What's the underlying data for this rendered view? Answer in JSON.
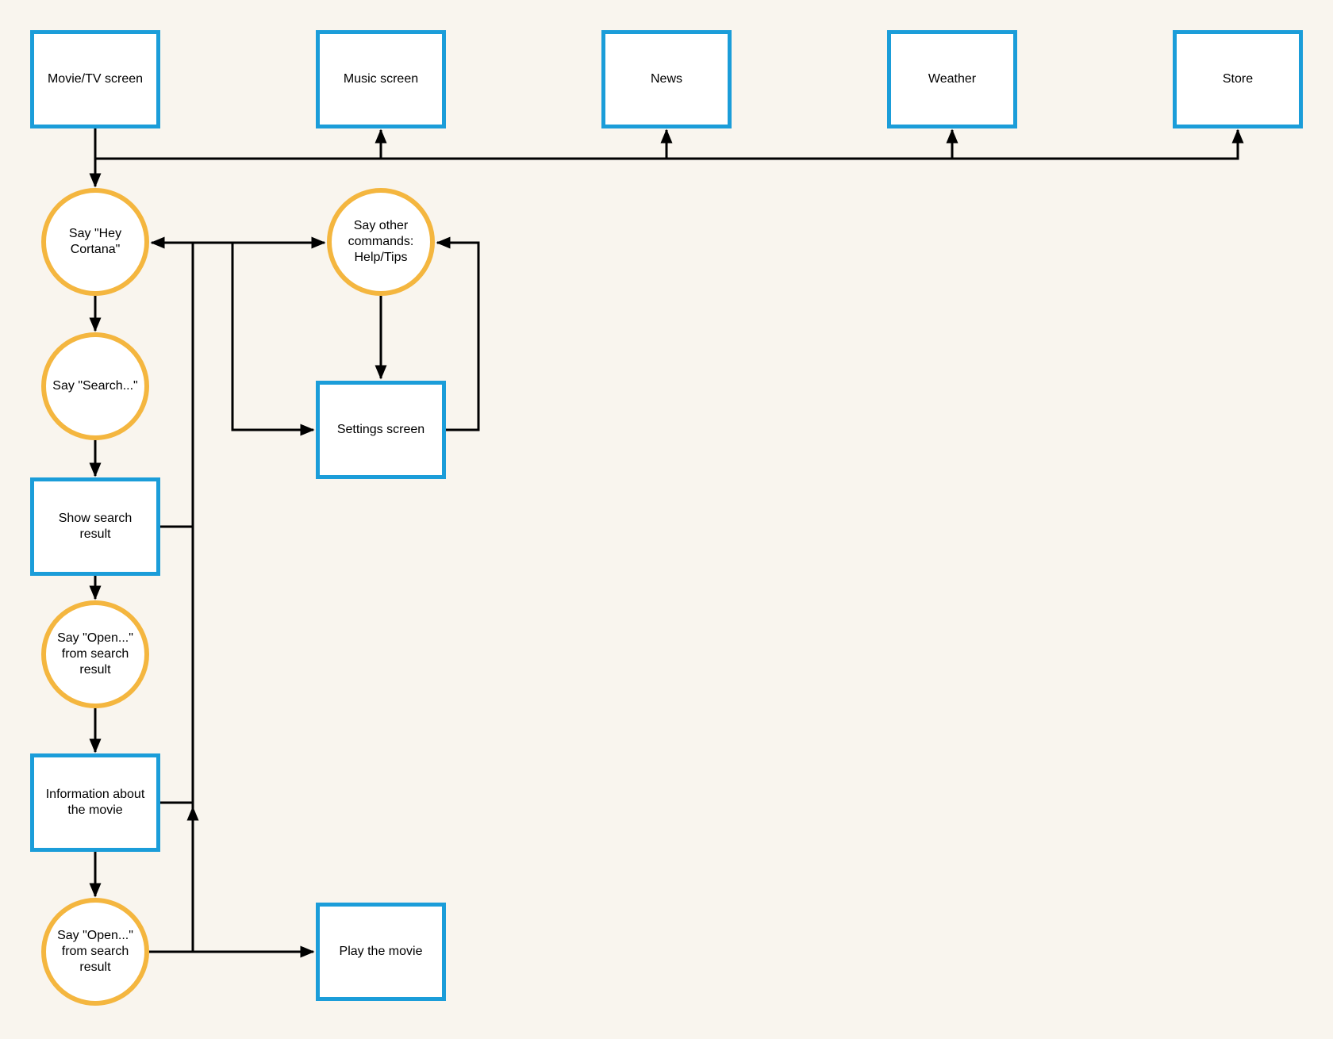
{
  "canvas": {
    "background": "#F9F5EE"
  },
  "palette": {
    "screen_border": "#1B9DD9",
    "voice_border": "#F4B63F",
    "connector": "#000000",
    "shape_fill": "#FFFFFF",
    "label_color": "#000000"
  },
  "nodes": {
    "movie_tv": {
      "label": "Movie/TV screen"
    },
    "music": {
      "label": "Music screen"
    },
    "news": {
      "label": "News"
    },
    "weather": {
      "label": "Weather"
    },
    "store": {
      "label": "Store"
    },
    "hey_cortana": {
      "label": "Say \"Hey\nCortana\""
    },
    "say_search": {
      "label": "Say \"Search...\""
    },
    "show_search": {
      "label": "Show search\nresult"
    },
    "say_open_1": {
      "label": "Say \"Open...\"\nfrom search\nresult"
    },
    "info_movie": {
      "label": "Information about\nthe movie"
    },
    "say_open_2": {
      "label": "Say \"Open...\"\nfrom search\nresult"
    },
    "say_other": {
      "label": "Say other\ncommands:\nHelp/Tips"
    },
    "settings": {
      "label": "Settings screen"
    },
    "play_movie": {
      "label": "Play the movie"
    }
  }
}
